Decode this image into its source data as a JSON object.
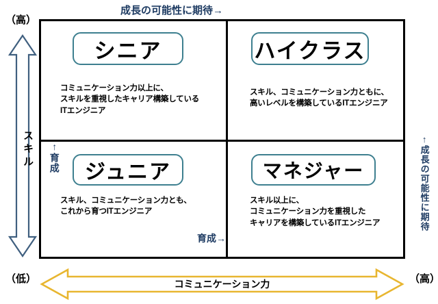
{
  "diagram": {
    "title_top": "成長の可能性に期待→",
    "label_right": "↑成長の可能性に期待",
    "label_inner_left": "↑育成",
    "label_inner_bottom": "育成→",
    "axes": {
      "vertical": {
        "name": "スキル",
        "high_label": "（高）",
        "low_label": "（低）",
        "arrow_icon": "double-arrow-vertical",
        "color": "#3f5f7f"
      },
      "horizontal": {
        "name": "コミュニケーション力",
        "low_label": "（低）",
        "high_label": "（高）",
        "arrow_icon": "double-arrow-horizontal",
        "color": "#e8b630"
      }
    },
    "quadrants": [
      {
        "key": "senior",
        "position": "top-left",
        "title": "シニア",
        "description": "コミュニケーション力以上に、\nスキルを重視したキャリア構築している\nITエンジニア"
      },
      {
        "key": "high-class",
        "position": "top-right",
        "title": "ハイクラス",
        "description": "スキル、コミュニケーション力ともに、\n高いレベルを構築しているITエンジニア"
      },
      {
        "key": "junior",
        "position": "bottom-left",
        "title": "ジュニア",
        "description": "スキル、コミュニケーション力とも、\nこれから育つITエンジニア"
      },
      {
        "key": "manager",
        "position": "bottom-right",
        "title": "マネジャー",
        "description": "スキル以上に、\nコミュニケーション力を重視した\nキャリアを構築しているITエンジニア"
      }
    ],
    "colors": {
      "frame": "#000000",
      "pill_border": "#3d7f8f",
      "annotation": "#1f3c63",
      "vertical_arrow": "#3f5f7f",
      "horizontal_arrow": "#e8b630"
    }
  }
}
